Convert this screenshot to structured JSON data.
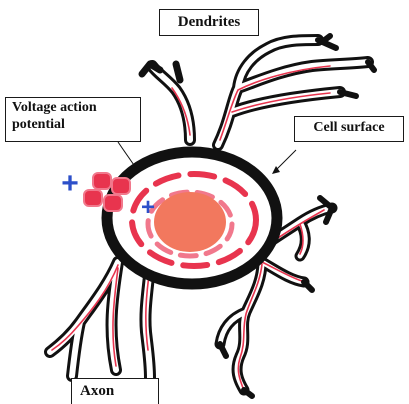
{
  "labels": {
    "dendrites": "Dendrites",
    "voltage_line1": "Voltage action",
    "voltage_line2": "potential",
    "cell_surface": "Cell surface",
    "axon": "Axon"
  },
  "symbols": {
    "plus": "+"
  },
  "colors": {
    "outline": "#111111",
    "membrane_red": "#e8344e",
    "ion_pink": "#f1788c",
    "nucleus": "#f2785e",
    "plus_blue": "#2c4fc9",
    "inner_white": "#ffffff"
  }
}
